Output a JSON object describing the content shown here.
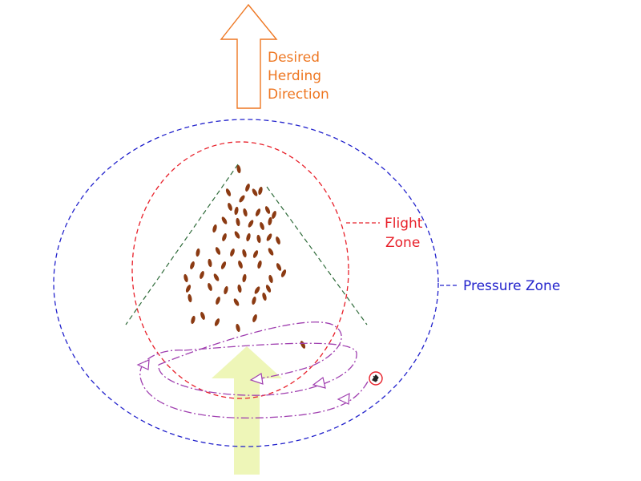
{
  "labels": {
    "direction": [
      "Desired",
      "Herding",
      "Direction"
    ],
    "flight_zone": [
      "Flight",
      "Zone"
    ],
    "pressure_zone": "Pressure Zone"
  },
  "icons": {
    "handler": "handler-icon",
    "animal": "cow-icon",
    "direction_arrow": "up-arrow-icon",
    "approach_arrow": "up-arrow-icon"
  },
  "colors": {
    "direction": "#ee7722",
    "flight_zone": "#e8202a",
    "pressure_zone": "#2222cc",
    "balance_lines": "#2f6b3a",
    "path": "#a040b0",
    "animal": "#8b3a12",
    "approach_arrow": "#eef6b8"
  }
}
